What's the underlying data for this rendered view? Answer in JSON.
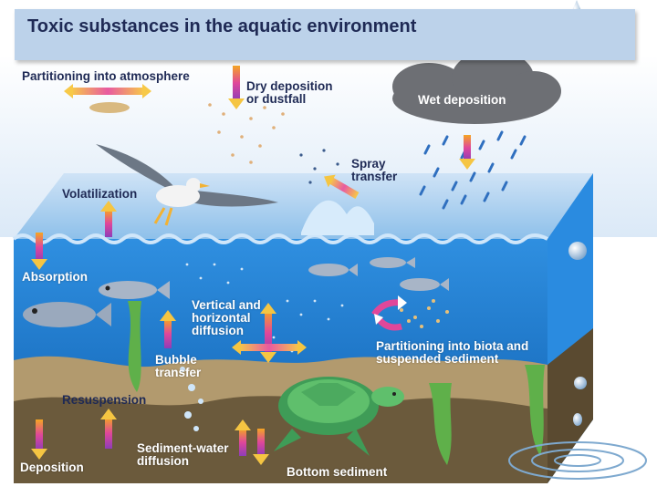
{
  "title": "Toxic substances in the aquatic environment",
  "labels": {
    "partitioning_atmosphere": "Partitioning into atmosphere",
    "dry_deposition": "Dry deposition\nor dustfall",
    "wet_deposition": "Wet deposition",
    "spray_transfer": "Spray\ntransfer",
    "volatilization": "Volatilization",
    "absorption": "Absorption",
    "vertical_horizontal": "Vertical and\nhorizontal\ndiffusion",
    "partitioning_biota": "Partitioning into biota and\nsuspended sediment",
    "bubble_transfer": "Bubble\ntransfer",
    "resuspension": "Resuspension",
    "sediment_water": "Sediment-water\ndiffusion",
    "deposition": "Deposition",
    "bottom_sediment": "Bottom sediment"
  },
  "colors": {
    "title_text": "#1f2a55",
    "banner": "#bcd2ea",
    "water": "#1f7fd0",
    "water_side": "#2a8be0",
    "surface": "#8ec6f0",
    "sediment": "#6b5a3c",
    "cloud": "#6d6f74",
    "arrow_pink": "#e0479a",
    "arrow_yellow": "#f5c542"
  },
  "icons": [
    "bird-icon",
    "fish-icon",
    "turtle-icon",
    "cloud-icon",
    "water-drop-icon",
    "seaweed-icon"
  ]
}
